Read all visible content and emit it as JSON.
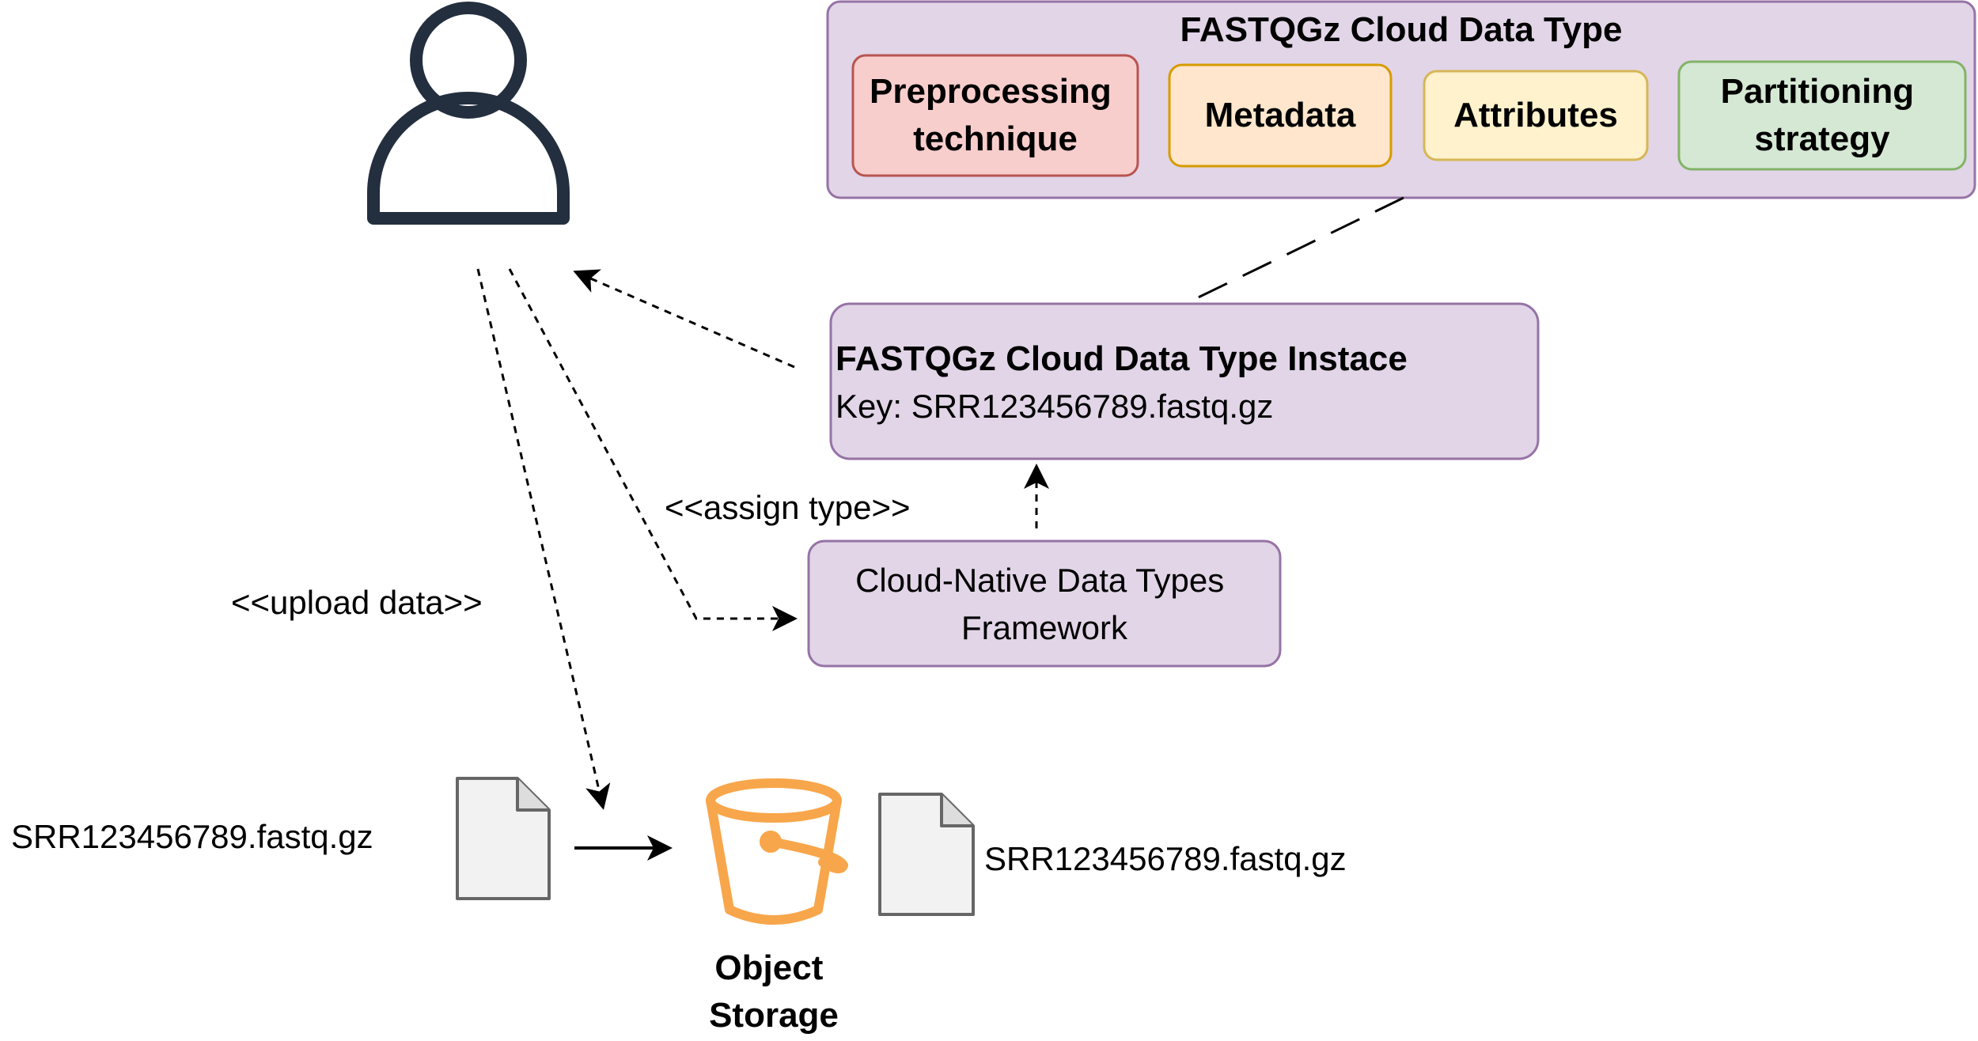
{
  "cloud_data_type": {
    "title": "FASTQGz Cloud Data Type",
    "components": {
      "preprocessing": [
        "Preprocessing",
        "technique"
      ],
      "metadata": "Metadata",
      "attributes": "Attributes",
      "partitioning": [
        "Partitioning",
        "strategy"
      ]
    }
  },
  "instance": {
    "title": "FASTQGz Cloud Data Type Instace",
    "key": "Key: SRR123456789.fastq.gz"
  },
  "framework": {
    "lines": [
      "Cloud-Native Data Types",
      "Framework"
    ]
  },
  "labels": {
    "assign_type": "<<assign type>>",
    "upload_data": "<<upload data>>"
  },
  "files": {
    "source": "SRR123456789.fastq.gz",
    "stored": "SRR123456789.fastq.gz"
  },
  "storage": {
    "lines": [
      "Object",
      "Storage"
    ]
  },
  "colors": {
    "purple_fill": "#e1d5e7",
    "purple_stroke": "#9673a6",
    "red_fill": "#f8cecc",
    "red_stroke": "#b85450",
    "orange_fill": "#ffe6cc",
    "orange_stroke": "#d79b00",
    "yellow_fill": "#fff2cc",
    "yellow_stroke": "#d6b656",
    "green_fill": "#d5e8d4",
    "green_stroke": "#82b366",
    "user_icon": "#232f3e",
    "bucket_icon": "#f8a64b",
    "file_fill": "#f2f2f2",
    "file_stroke": "#666666"
  },
  "icons": {
    "user": "user-icon",
    "bucket": "bucket-icon",
    "file": "file-icon"
  }
}
